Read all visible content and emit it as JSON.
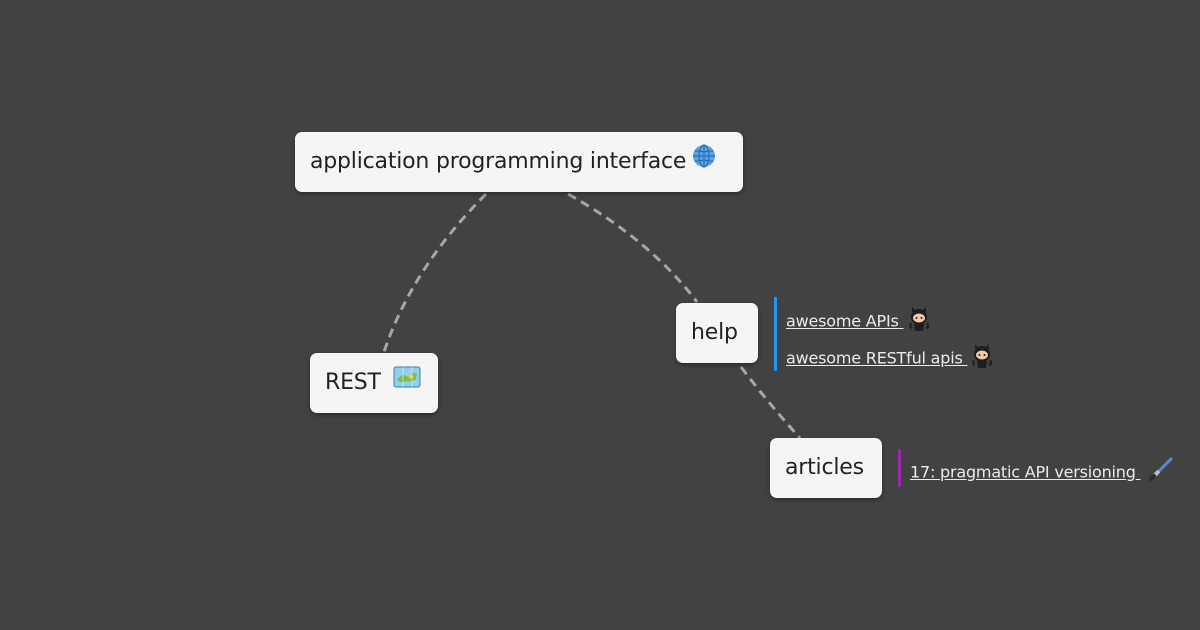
{
  "nodes": {
    "root": {
      "label": "application programming interface",
      "icon": "globe-icon"
    },
    "rest": {
      "label": "REST",
      "icon": "map-icon"
    },
    "help": {
      "label": "help"
    },
    "articles": {
      "label": "articles"
    }
  },
  "help_links": [
    {
      "text": "awesome APIs",
      "icon": "github-octocat-icon"
    },
    {
      "text": "awesome RESTful apis",
      "icon": "github-octocat-icon"
    }
  ],
  "article_links": [
    {
      "text": "17: pragmatic API versioning",
      "icon": "brush-icon"
    }
  ],
  "colors": {
    "background": "#424242",
    "node_fill": "#f5f5f5",
    "edge": "#a6a6a6",
    "help_accent": "#2196f3",
    "articles_accent": "#9c27b0"
  }
}
